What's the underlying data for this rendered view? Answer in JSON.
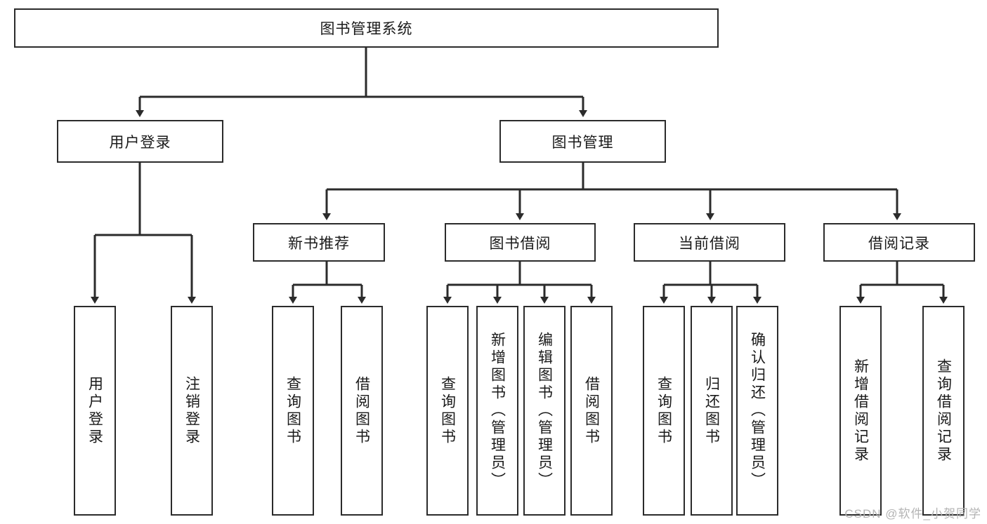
{
  "diagram": {
    "type": "tree-hierarchy-chart",
    "title": "图书管理系统",
    "watermark": "CSDN @软件_小贺同学",
    "colors": {
      "stroke": "#2b2b2b",
      "fill": "#ffffff",
      "text": "#1a1a1a",
      "watermark": "#b4b4b4"
    },
    "nodes": {
      "root": {
        "label": "图书管理系统",
        "level": 0
      },
      "level1": [
        {
          "id": "user-login",
          "label": "用户登录"
        },
        {
          "id": "book-management",
          "label": "图书管理"
        }
      ],
      "level2": [
        {
          "id": "new-book-recommend",
          "label": "新书推荐",
          "parent": "book-management"
        },
        {
          "id": "book-borrow",
          "label": "图书借阅",
          "parent": "book-management"
        },
        {
          "id": "current-borrow",
          "label": "当前借阅",
          "parent": "book-management"
        },
        {
          "id": "borrow-record",
          "label": "借阅记录",
          "parent": "book-management"
        }
      ],
      "leaves": [
        {
          "id": "leaf-user-login",
          "label": "用户登录",
          "parent": "user-login"
        },
        {
          "id": "leaf-logout-login",
          "label": "注销登录",
          "parent": "user-login"
        },
        {
          "id": "leaf-query-book-1",
          "label": "查询图书",
          "parent": "new-book-recommend"
        },
        {
          "id": "leaf-borrow-book-1",
          "label": "借阅图书",
          "parent": "new-book-recommend"
        },
        {
          "id": "leaf-query-book-2",
          "label": "查询图书",
          "parent": "book-borrow"
        },
        {
          "id": "leaf-add-book",
          "label": "新增图书（管理员）",
          "parent": "book-borrow"
        },
        {
          "id": "leaf-edit-book",
          "label": "编辑图书（管理员）",
          "parent": "book-borrow"
        },
        {
          "id": "leaf-borrow-book-2",
          "label": "借阅图书",
          "parent": "book-borrow"
        },
        {
          "id": "leaf-query-book-3",
          "label": "查询图书",
          "parent": "current-borrow"
        },
        {
          "id": "leaf-return-book",
          "label": "归还图书",
          "parent": "current-borrow"
        },
        {
          "id": "leaf-confirm-return",
          "label": "确认归还（管理员）",
          "parent": "current-borrow"
        },
        {
          "id": "leaf-add-borrow-record",
          "label": "新增借阅记录",
          "parent": "borrow-record"
        },
        {
          "id": "leaf-query-borrow-record",
          "label": "查询借阅记录",
          "parent": "borrow-record"
        }
      ]
    }
  }
}
